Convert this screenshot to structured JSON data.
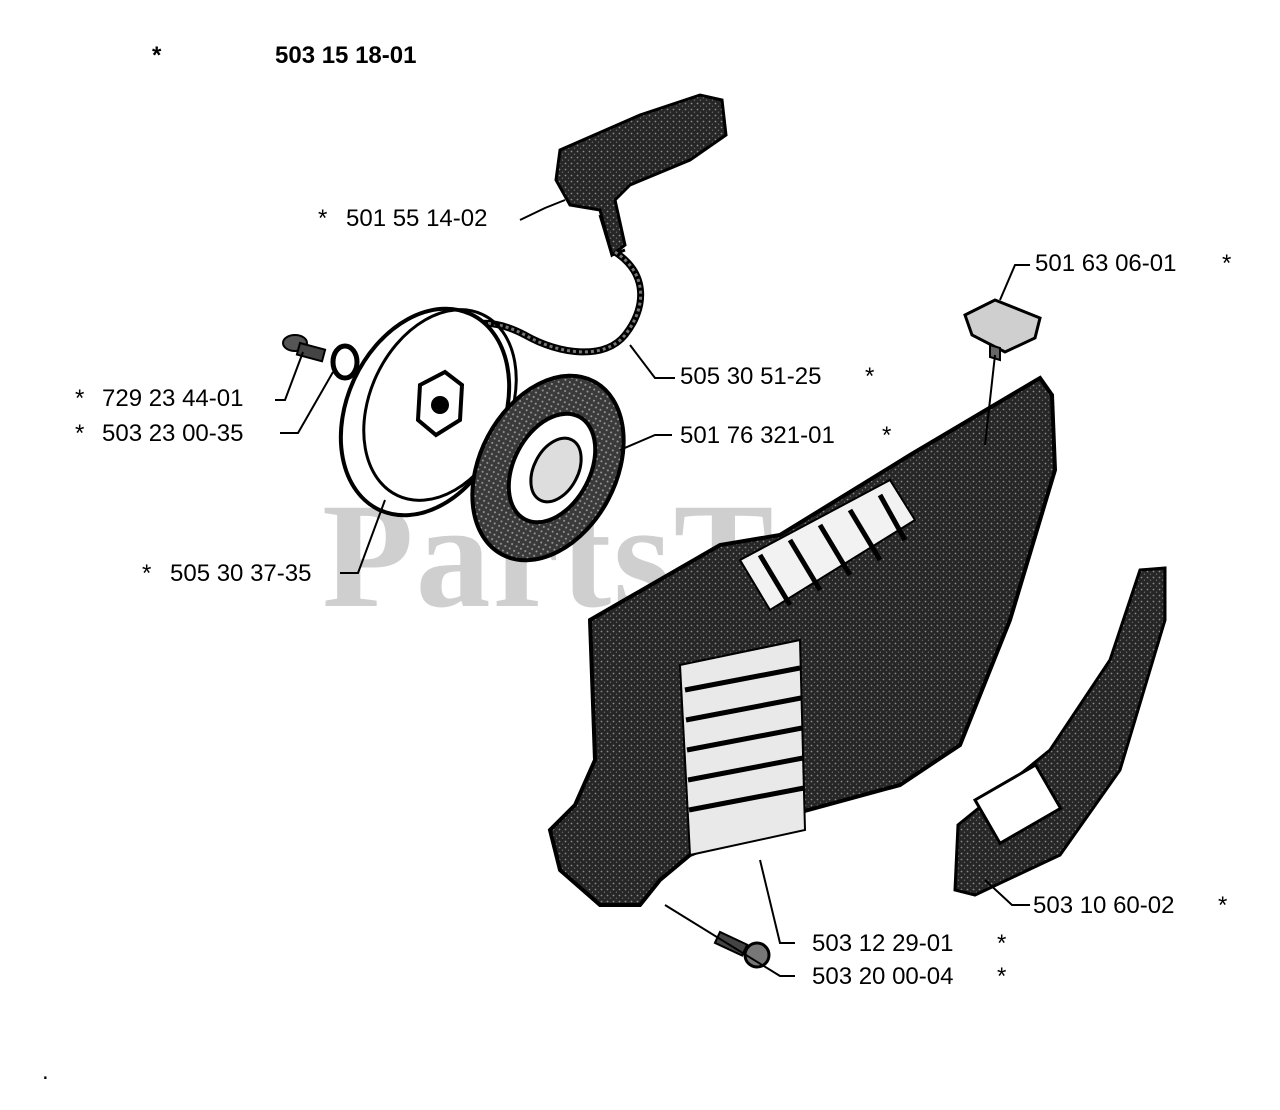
{
  "diagram": {
    "assembly": {
      "star": "*",
      "number": "503 15 18-01"
    },
    "watermark": "PartsT",
    "footer_mark": ".",
    "callouts": [
      {
        "id": "handle",
        "number": "501 55 14-02",
        "star": "*"
      },
      {
        "id": "cap",
        "number": "501 63 06-01",
        "star": "*"
      },
      {
        "id": "rope",
        "number": "505 30 51-25",
        "star": "*"
      },
      {
        "id": "screw-top",
        "number": "729 23 44-01",
        "star": "*"
      },
      {
        "id": "washer",
        "number": "503 23 00-35",
        "star": "*"
      },
      {
        "id": "spring-housing",
        "number": "501 76 321-01",
        "star": "*"
      },
      {
        "id": "pulley",
        "number": "505 30 37-35",
        "star": "*"
      },
      {
        "id": "decal",
        "number": "503 10 60-02",
        "star": "*"
      },
      {
        "id": "cover",
        "number": "503 12 29-01",
        "star": "*"
      },
      {
        "id": "screw-bottom",
        "number": "503 20 00-04",
        "star": "*"
      }
    ]
  }
}
